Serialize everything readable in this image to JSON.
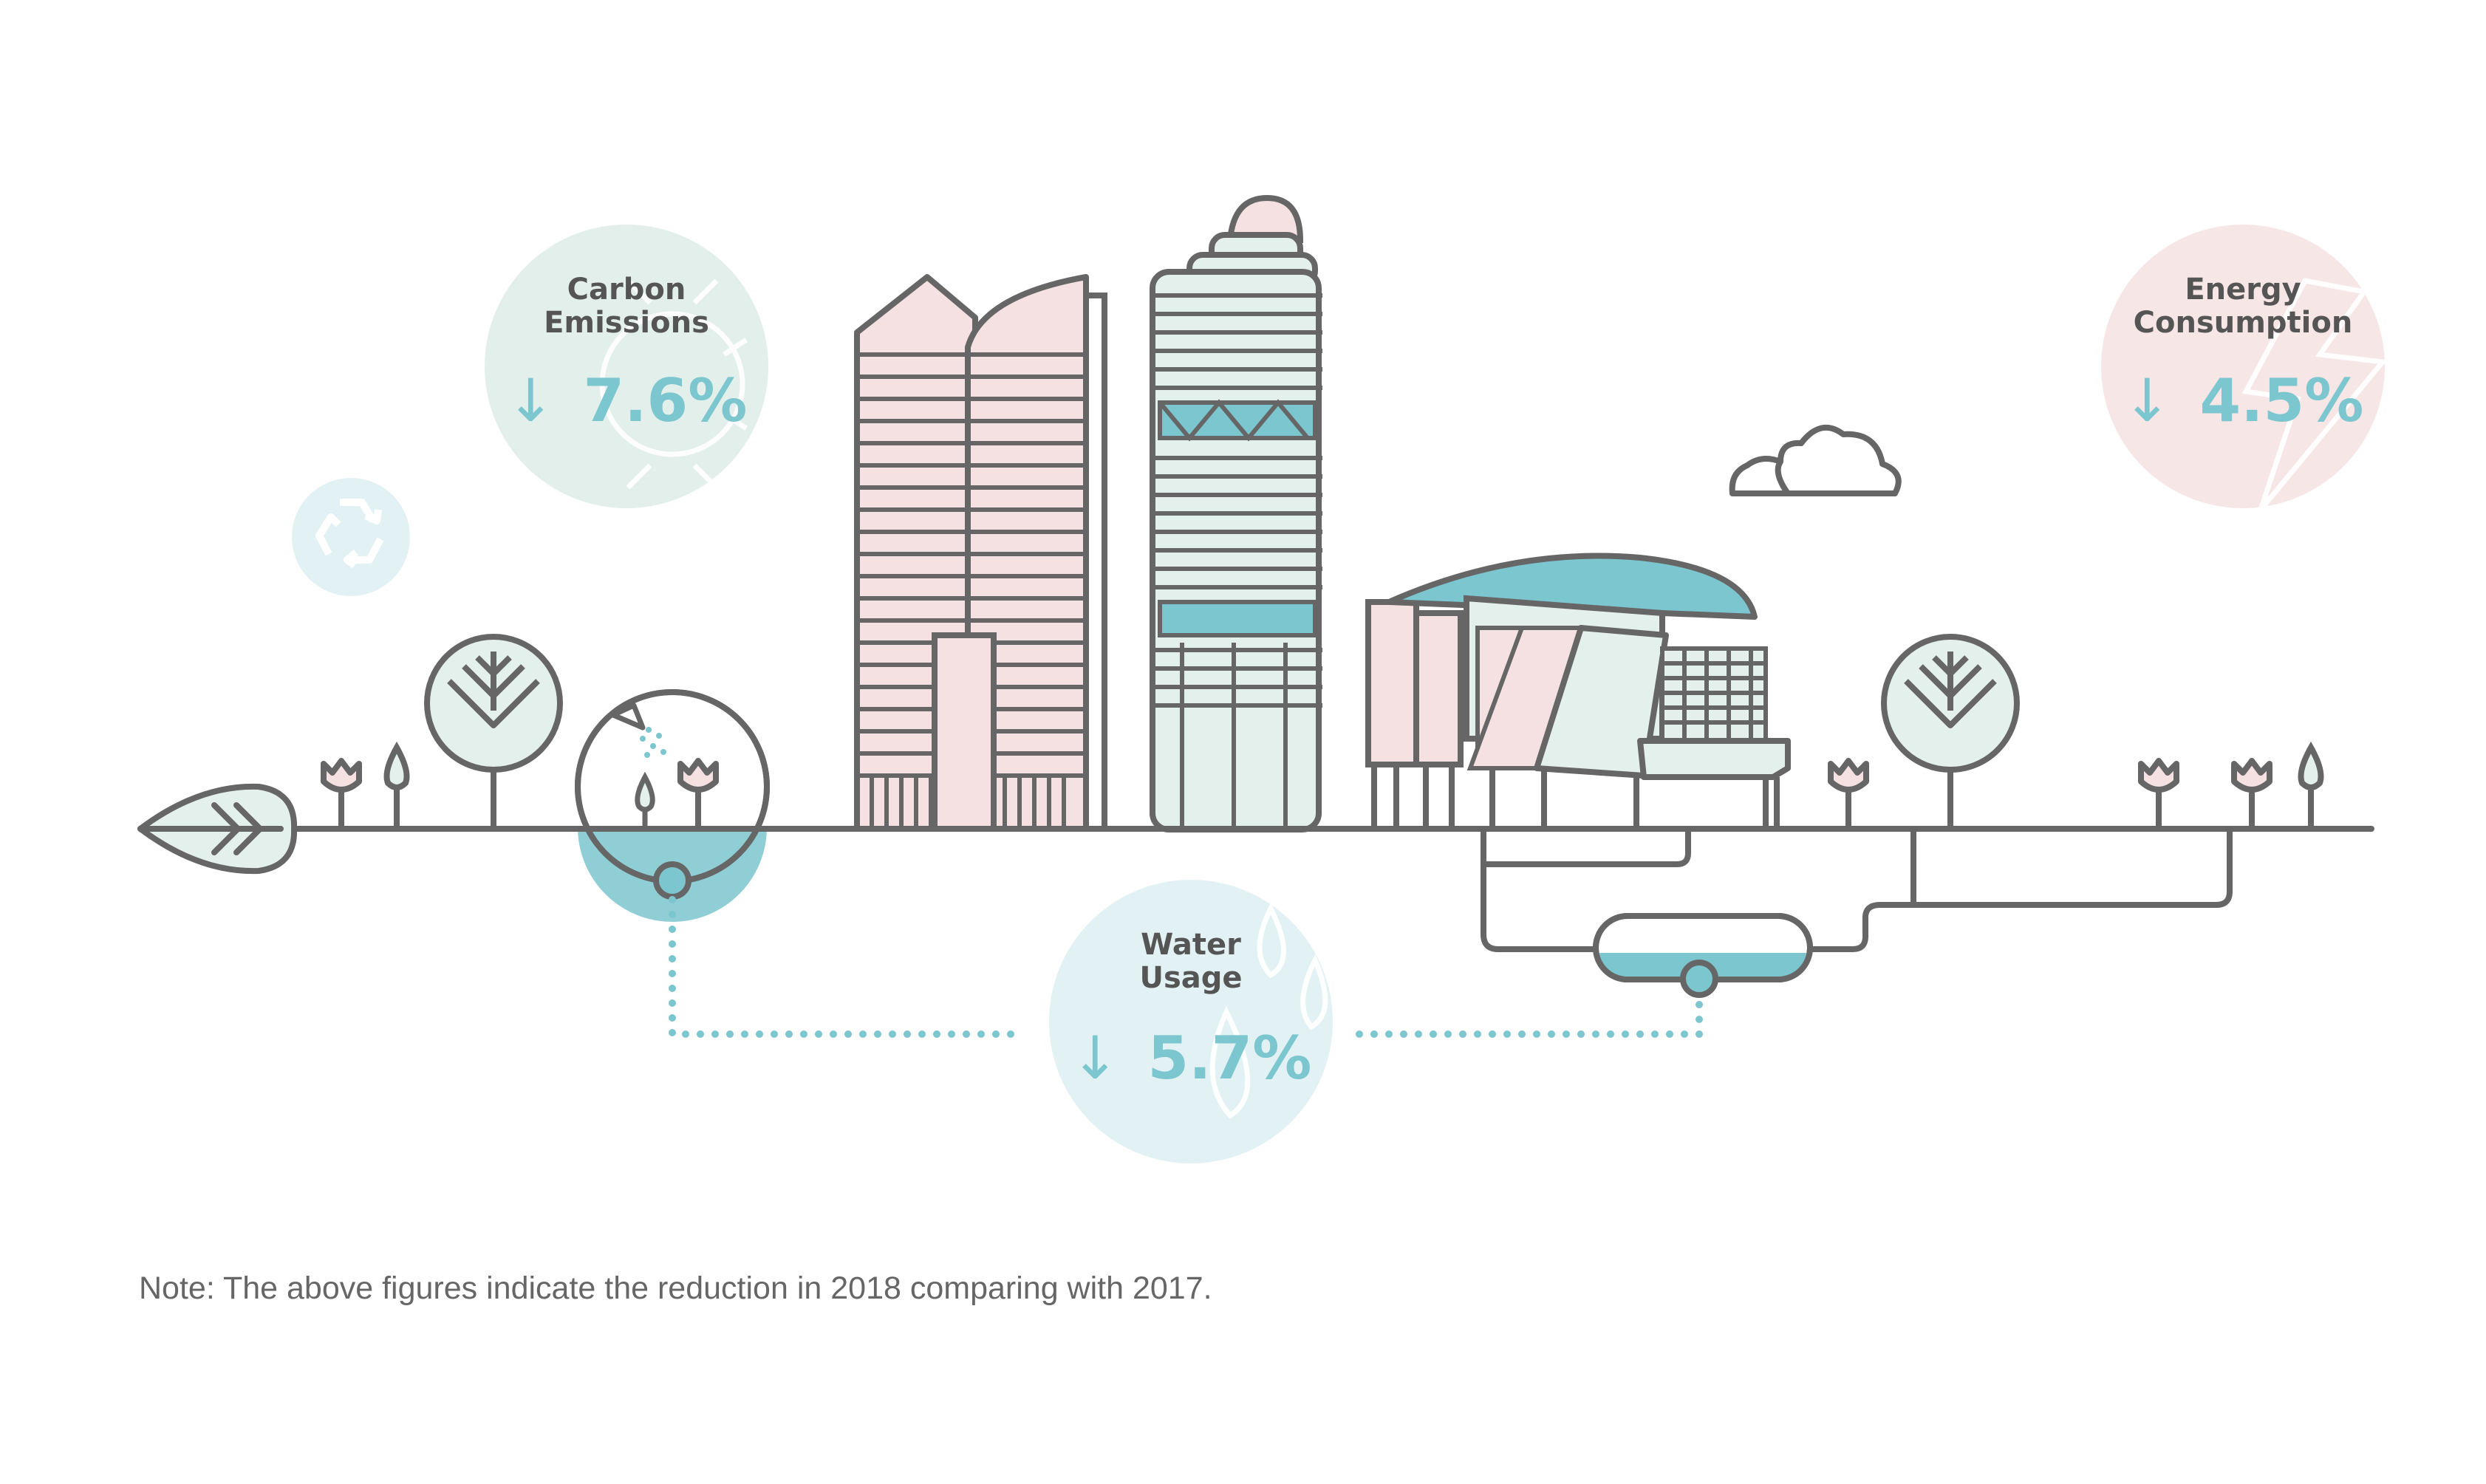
{
  "metrics": [
    {
      "id": "carbon",
      "title_lines": [
        "Carbon",
        "Emissions"
      ],
      "arrow": "↓",
      "value": "7.6%"
    },
    {
      "id": "energy",
      "title_lines": [
        "Energy",
        "Consumption"
      ],
      "arrow": "↓",
      "value": "4.5%"
    },
    {
      "id": "water",
      "title_lines": [
        "Water",
        "Usage"
      ],
      "arrow": "↓",
      "value": "5.7%"
    }
  ],
  "note": "Note: The above figures indicate the reduction in 2018 comparing with 2017.",
  "colors": {
    "outline": "#666666",
    "accent_teal": "#7cc6cf",
    "fill_pink": "#f5e1e1",
    "fill_mint": "#e4f0eb",
    "fill_light_teal": "#e3f1f3",
    "circle_carbon": "#e3efea",
    "circle_energy": "#f7e6e6",
    "circle_water": "#e2f1f3"
  },
  "icons": [
    "recycle-icon",
    "leaf-icon",
    "tree-icon",
    "tulip-icon",
    "sprout-icon",
    "watering-can-icon",
    "cloud-icon",
    "sun-icon",
    "lightning-icon",
    "water-drop-icon"
  ]
}
